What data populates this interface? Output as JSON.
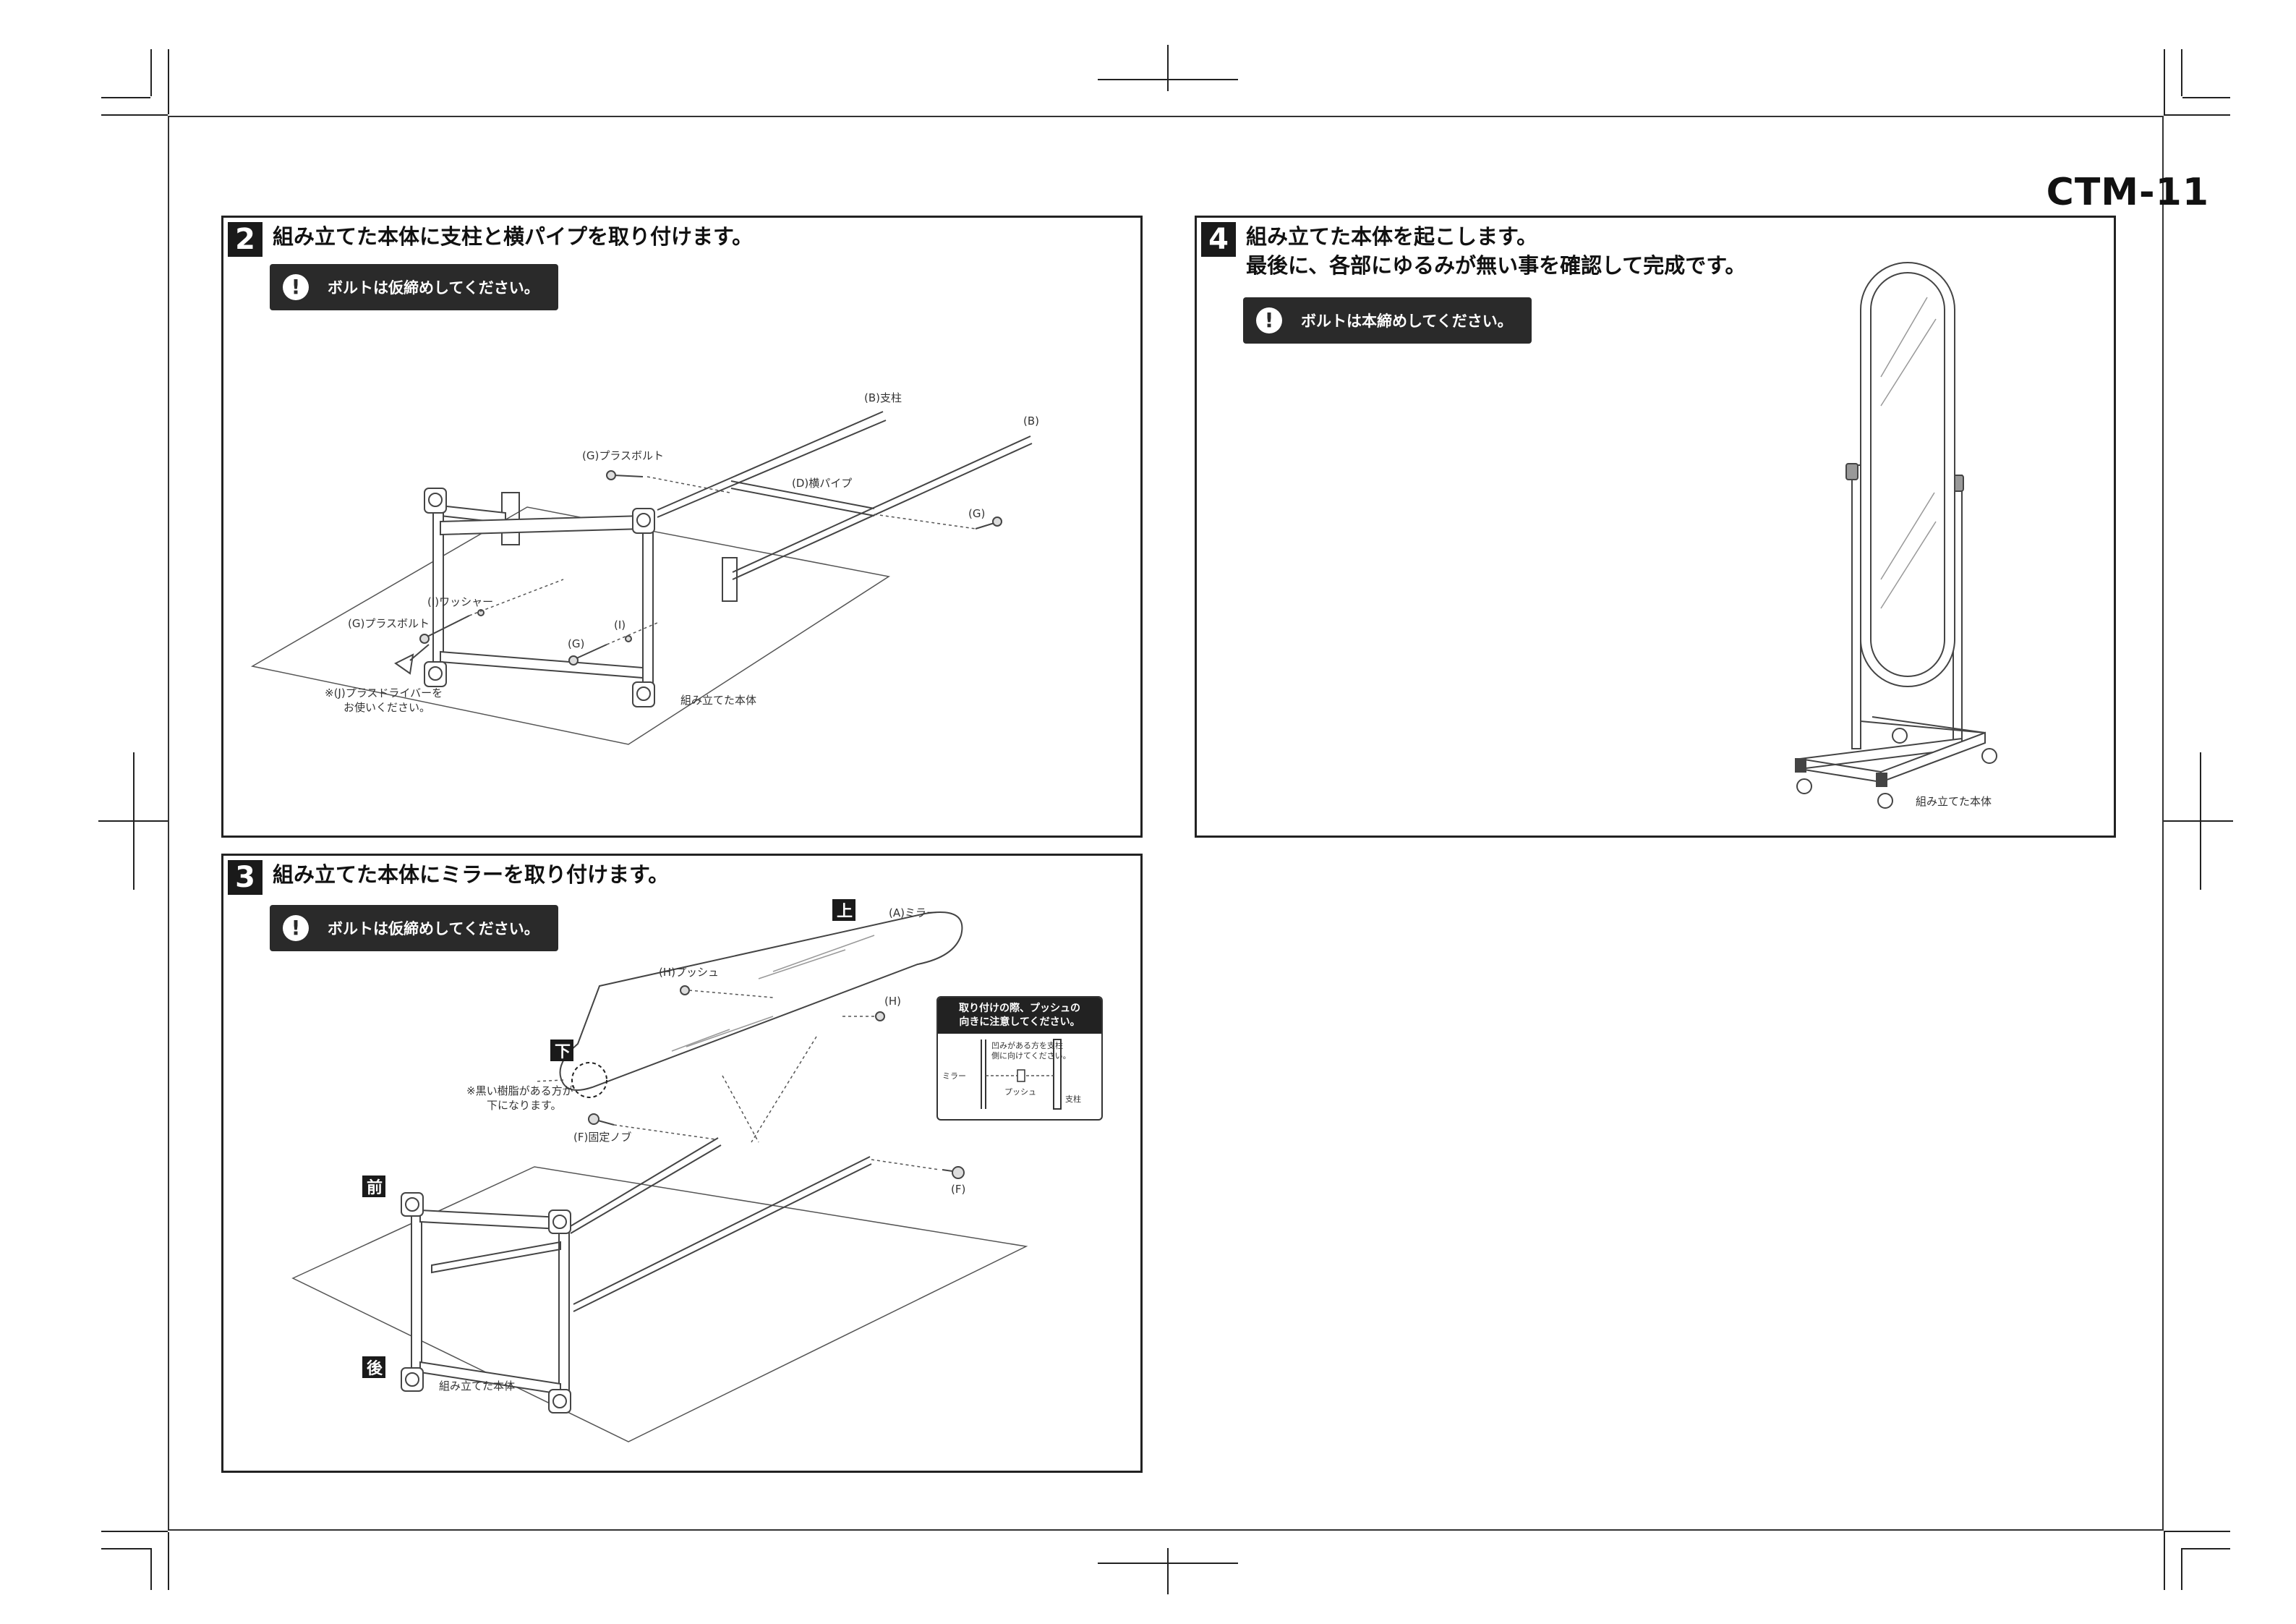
{
  "model": "CTM-11",
  "step2": {
    "number": "2",
    "title": "組み立てた本体に支柱と横パイプを取り付けます。",
    "caution": "ボルトは仮締めしてください。",
    "labels": {
      "b_post": "(B)支柱",
      "b": "(B)",
      "g_bolt_top": "(G)プラスボルト",
      "d_pipe": "(D)横パイプ",
      "g_right": "(G)",
      "i_washer": "(I)ワッシャー",
      "g_bolt_left": "(G)プラスボルト",
      "i": "(I)",
      "g_center": "(G)",
      "note_line1": "※(J)プラスドライバーを",
      "note_line2": "お使いください。",
      "body": "組み立てた本体"
    }
  },
  "step3": {
    "number": "3",
    "title": "組み立てた本体にミラーを取り付けます。",
    "caution": "ボルトは仮締めしてください。",
    "labels": {
      "top_badge": "上",
      "bottom_badge": "下",
      "front_badge": "前",
      "back_badge": "後",
      "a_mirror": "(A)ミラー",
      "h_push": "(H)プッシュ",
      "h": "(H)",
      "note_line1": "※黒い樹脂がある方が",
      "note_line2": "下になります。",
      "f_knob": "(F)固定ノブ",
      "f": "(F)",
      "body": "組み立てた本体"
    },
    "inset": {
      "title_line1": "取り付けの際、プッシュの",
      "title_line2": "向きに注意してください。",
      "note_line1": "凹みがある方を支柱",
      "note_line2": "側に向けてください。",
      "mirror": "ミラー",
      "push": "プッシュ",
      "post": "支柱"
    }
  },
  "step4": {
    "number": "4",
    "title_line1": "組み立てた本体を起こします。",
    "title_line2": "最後に、各部にゆるみが無い事を確認して完成です。",
    "caution": "ボルトは本締めしてください。",
    "labels": {
      "body": "組み立てた本体"
    }
  }
}
